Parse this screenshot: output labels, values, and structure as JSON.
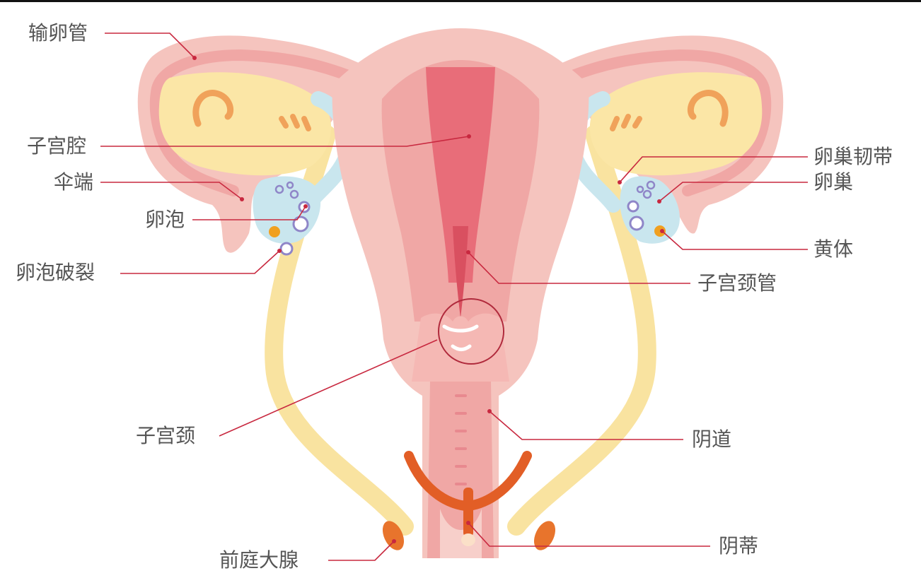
{
  "labels": {
    "fallopian_tube": "输卵管",
    "uterine_cavity": "子宫腔",
    "fimbriae": "伞端",
    "follicle": "卵泡",
    "follicle_rupture": "卵泡破裂",
    "ovarian_ligament": "卵巢韧带",
    "ovary": "卵巢",
    "corpus_luteum": "黄体",
    "cervical_canal": "子宫颈管",
    "cervix": "子宫颈",
    "vagina": "阴道",
    "bartholin_gland": "前庭大腺",
    "clitoris": "阴蒂"
  },
  "colors": {
    "leader_line": "#c8283f",
    "label_text": "#555555",
    "uterus_outer": "#f5c4be",
    "uterus_inner": "#f0a7a5",
    "cavity": "#e86d79",
    "ovary_fill": "#fbe6a6",
    "ligament": "#f9e3a0",
    "follicle_fill": "#c9e6ee",
    "orange": "#e8742c"
  }
}
